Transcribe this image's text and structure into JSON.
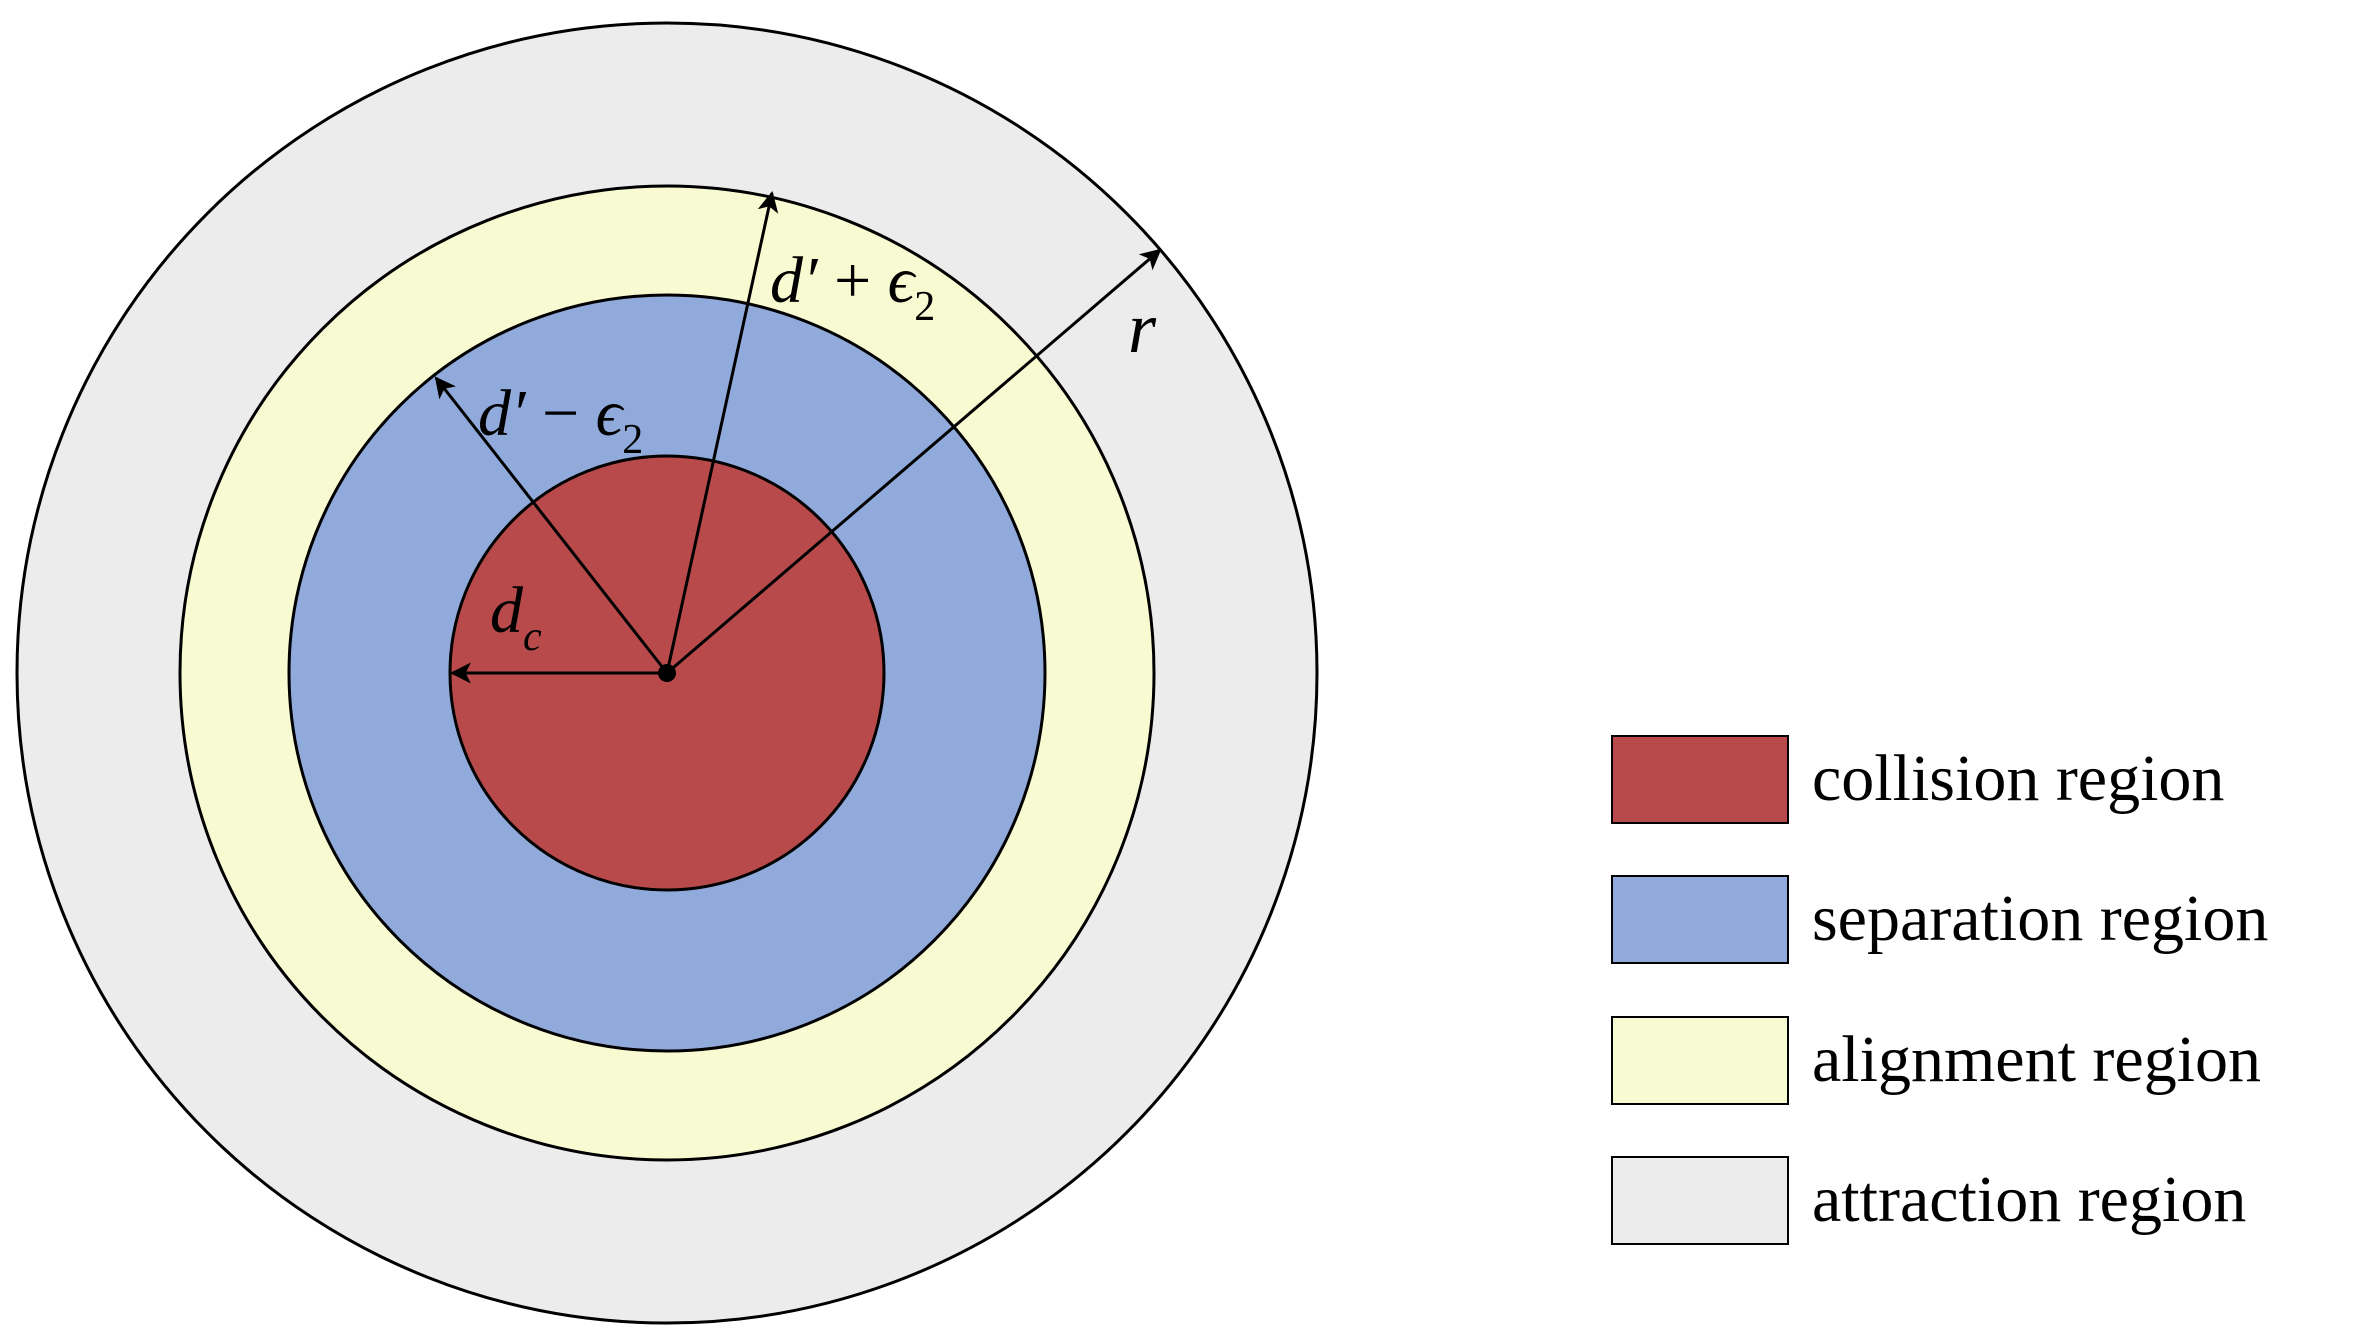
{
  "regions": [
    {
      "id": "attraction",
      "color": "#ececec"
    },
    {
      "id": "alignment",
      "color": "#f8fad2"
    },
    {
      "id": "separation",
      "color": "#90aadb"
    },
    {
      "id": "collision",
      "color": "#b94a4b"
    }
  ],
  "labels": {
    "dc": {
      "main": "d",
      "sub": "c"
    },
    "d_minus": {
      "main": "d′",
      "op": " − ",
      "eps": "ϵ",
      "sub": "2"
    },
    "d_plus": {
      "main": "d′",
      "op": " + ",
      "eps": "ϵ",
      "sub": "2"
    },
    "r": "r"
  },
  "legend": [
    {
      "label": "collision region",
      "color": "#b94a4b"
    },
    {
      "label": "separation region",
      "color": "#90aadb"
    },
    {
      "label": "alignment region",
      "color": "#f8fad2"
    },
    {
      "label": "attraction region",
      "color": "#ececec"
    }
  ]
}
